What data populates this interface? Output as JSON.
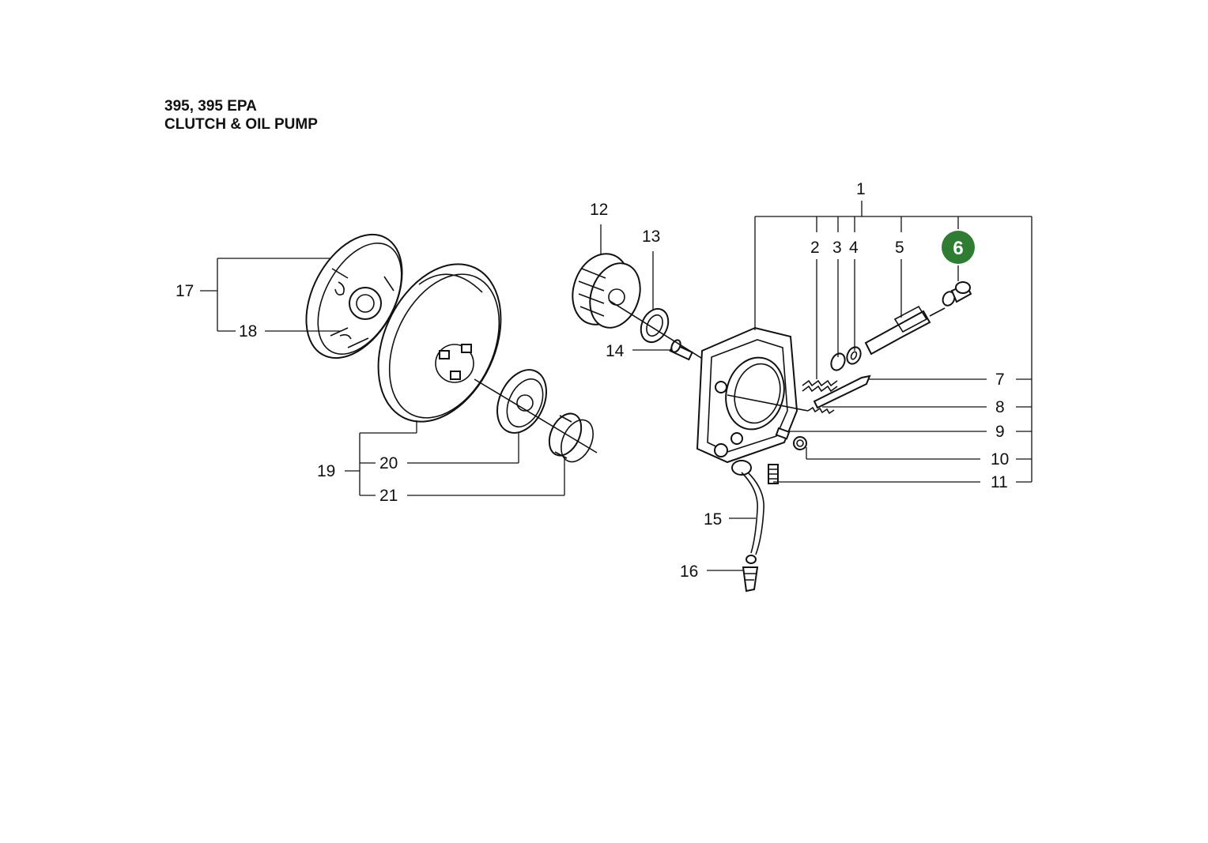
{
  "title": {
    "model": "395, 395 EPA",
    "section": "CLUTCH & OIL PUMP"
  },
  "callouts": {
    "c1": "1",
    "c2": "2",
    "c3": "3",
    "c4": "4",
    "c5": "5",
    "c6": "6",
    "c7": "7",
    "c8": "8",
    "c9": "9",
    "c10": "10",
    "c11": "11",
    "c12": "12",
    "c13": "13",
    "c14": "14",
    "c15": "15",
    "c16": "16",
    "c17": "17",
    "c18": "18",
    "c19": "19",
    "c20": "20",
    "c21": "21"
  },
  "highlight": {
    "callout": "6",
    "color": "#2e7d32"
  }
}
